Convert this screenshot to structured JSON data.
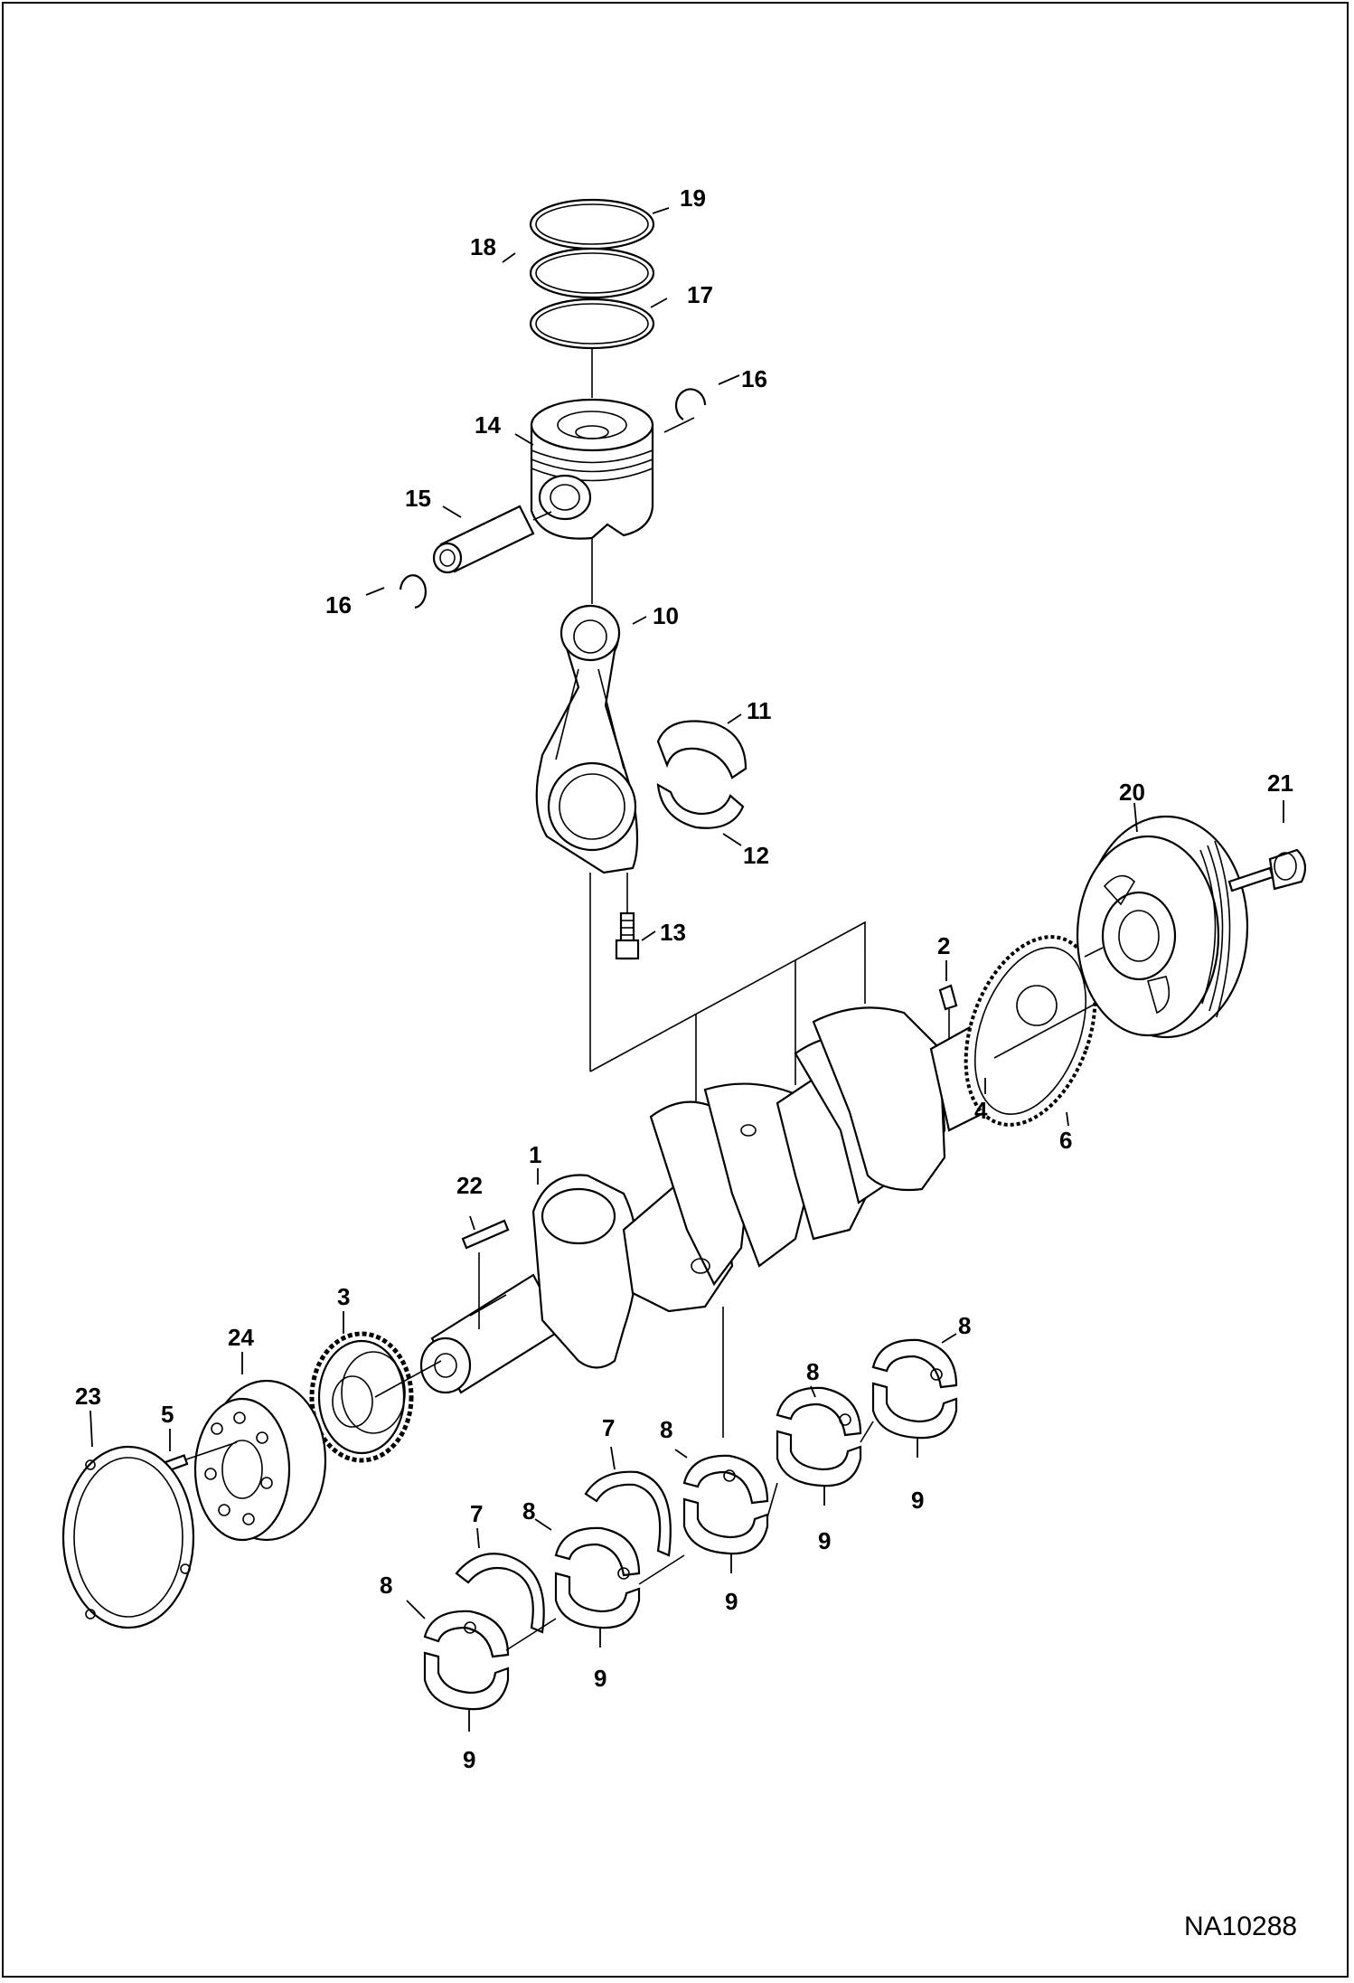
{
  "figure_id": "NA10288",
  "callouts": [
    {
      "id": "c1",
      "label": "1"
    },
    {
      "id": "c2",
      "label": "2"
    },
    {
      "id": "c3",
      "label": "3"
    },
    {
      "id": "c4",
      "label": "4"
    },
    {
      "id": "c5",
      "label": "5"
    },
    {
      "id": "c6",
      "label": "6"
    },
    {
      "id": "c7a",
      "label": "7"
    },
    {
      "id": "c7b",
      "label": "7"
    },
    {
      "id": "c8a",
      "label": "8"
    },
    {
      "id": "c8b",
      "label": "8"
    },
    {
      "id": "c8c",
      "label": "8"
    },
    {
      "id": "c8d",
      "label": "8"
    },
    {
      "id": "c8e",
      "label": "8"
    },
    {
      "id": "c9a",
      "label": "9"
    },
    {
      "id": "c9b",
      "label": "9"
    },
    {
      "id": "c9c",
      "label": "9"
    },
    {
      "id": "c9d",
      "label": "9"
    },
    {
      "id": "c9e",
      "label": "9"
    },
    {
      "id": "c10",
      "label": "10"
    },
    {
      "id": "c11",
      "label": "11"
    },
    {
      "id": "c12",
      "label": "12"
    },
    {
      "id": "c13",
      "label": "13"
    },
    {
      "id": "c14",
      "label": "14"
    },
    {
      "id": "c15",
      "label": "15"
    },
    {
      "id": "c16a",
      "label": "16"
    },
    {
      "id": "c16b",
      "label": "16"
    },
    {
      "id": "c17",
      "label": "17"
    },
    {
      "id": "c18",
      "label": "18"
    },
    {
      "id": "c19",
      "label": "19"
    },
    {
      "id": "c20",
      "label": "20"
    },
    {
      "id": "c21",
      "label": "21"
    },
    {
      "id": "c22",
      "label": "22"
    },
    {
      "id": "c23",
      "label": "23"
    },
    {
      "id": "c24",
      "label": "24"
    }
  ]
}
